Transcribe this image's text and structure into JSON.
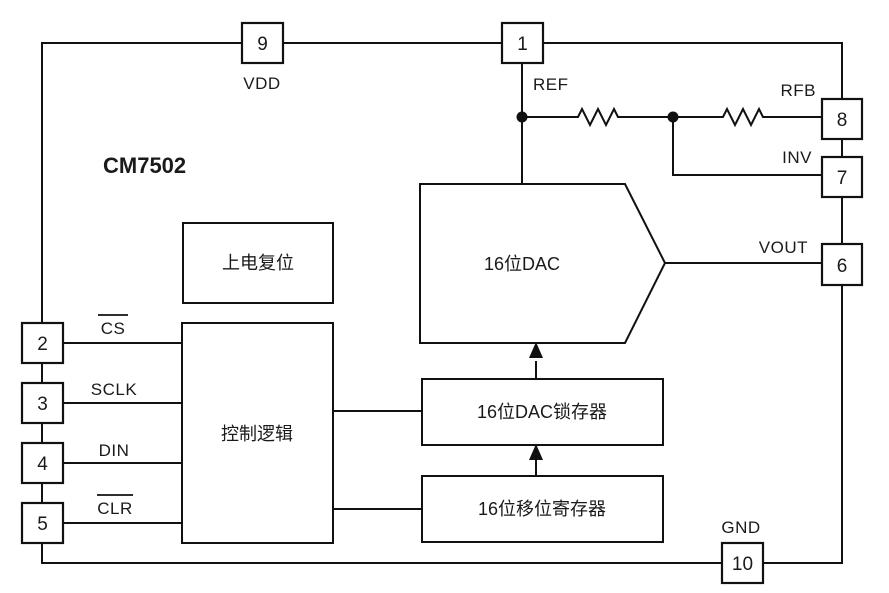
{
  "diagram": {
    "chip_label": "CM7502",
    "colors": {
      "line": "#111111",
      "text": "#1a1a1a",
      "background": "#ffffff"
    },
    "pins": {
      "p9": {
        "number": "9",
        "label": "VDD"
      },
      "p1": {
        "number": "1",
        "label": "REF"
      },
      "p8": {
        "number": "8",
        "label": "RFB"
      },
      "p7": {
        "number": "7",
        "label": "INV"
      },
      "p6": {
        "number": "6",
        "label": "VOUT"
      },
      "p10": {
        "number": "10",
        "label": "GND"
      },
      "p2": {
        "number": "2",
        "label": "CS",
        "overline": true
      },
      "p3": {
        "number": "3",
        "label": "SCLK"
      },
      "p4": {
        "number": "4",
        "label": "DIN"
      },
      "p5": {
        "number": "5",
        "label": "CLR",
        "overline": true
      }
    },
    "blocks": {
      "power_on_reset": "上电复位",
      "dac": "16位DAC",
      "control_logic": "控制逻辑",
      "dac_latch": "16位DAC锁存器",
      "shift_register": "16位移位寄存器"
    }
  }
}
